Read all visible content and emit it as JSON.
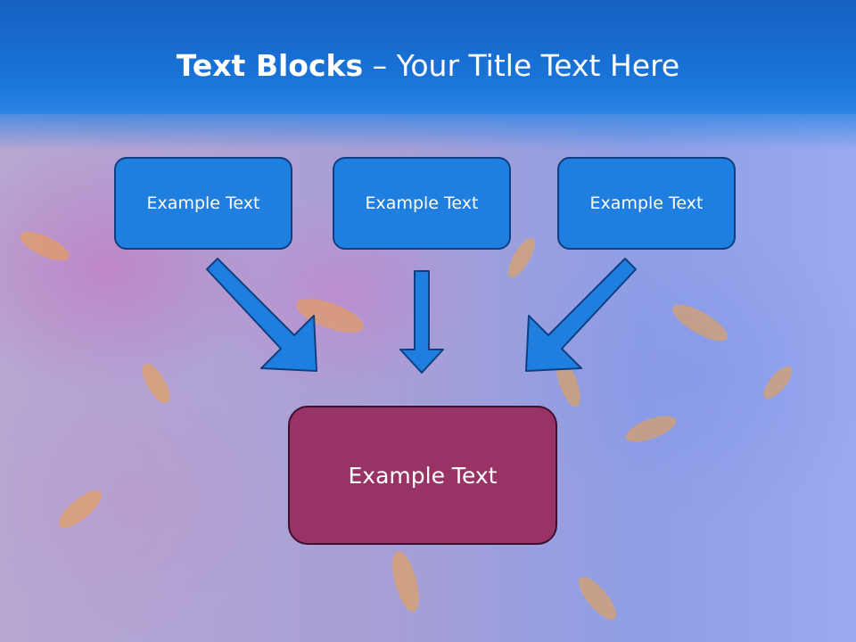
{
  "title": {
    "bold": "Text Blocks",
    "rest": " – Your Title Text Here"
  },
  "boxes": {
    "left": "Example Text",
    "center": "Example Text",
    "right": "Example Text",
    "main": "Example Text"
  },
  "colors": {
    "header": "#1a74d9",
    "box_blue": "#1f7fe0",
    "box_main": "#993366",
    "arrow": "#1f7fe0"
  }
}
